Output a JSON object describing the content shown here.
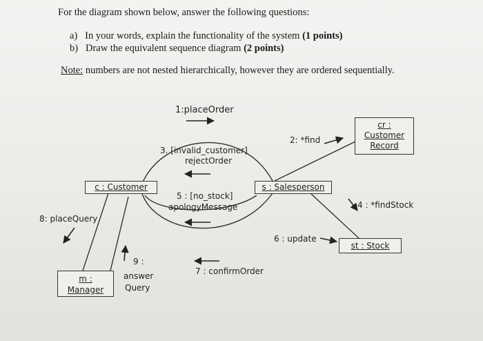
{
  "question": {
    "title": "For the diagram shown below, answer the following questions:",
    "a_marker": "a)",
    "a_text": "In your words, explain the functionality of the system",
    "a_points": "(1 points)",
    "b_marker": "b)",
    "b_text": "Draw the equivalent sequence diagram",
    "b_points": "(2 points)",
    "note_label": "Note:",
    "note_text": "numbers are not nested hierarchically, however they are ordered sequentially."
  },
  "objects": {
    "customer": "c : Customer",
    "salesperson": "s : Salesperson",
    "customer_record_line1": "cr :",
    "customer_record_line2": "Customer",
    "customer_record_line3": "Record",
    "stock": "st : Stock",
    "manager_line1": "m :",
    "manager_line2": "Manager"
  },
  "messages": {
    "m1": "1:placeOrder",
    "m2": "2: *find",
    "m3_line1": "3. [invalid_customer]",
    "m3_line2": "rejectOrder",
    "m4": "4 : *findStock",
    "m5_line1": "5 : [no_stock]",
    "m5_line2": "apologyMessage",
    "m6": "6 : update",
    "m7": "7 : confirmOrder",
    "m8": "8: placeQuery",
    "m9_line1": "9 :",
    "m9_line2": "answer",
    "m9_line3": "Query"
  }
}
